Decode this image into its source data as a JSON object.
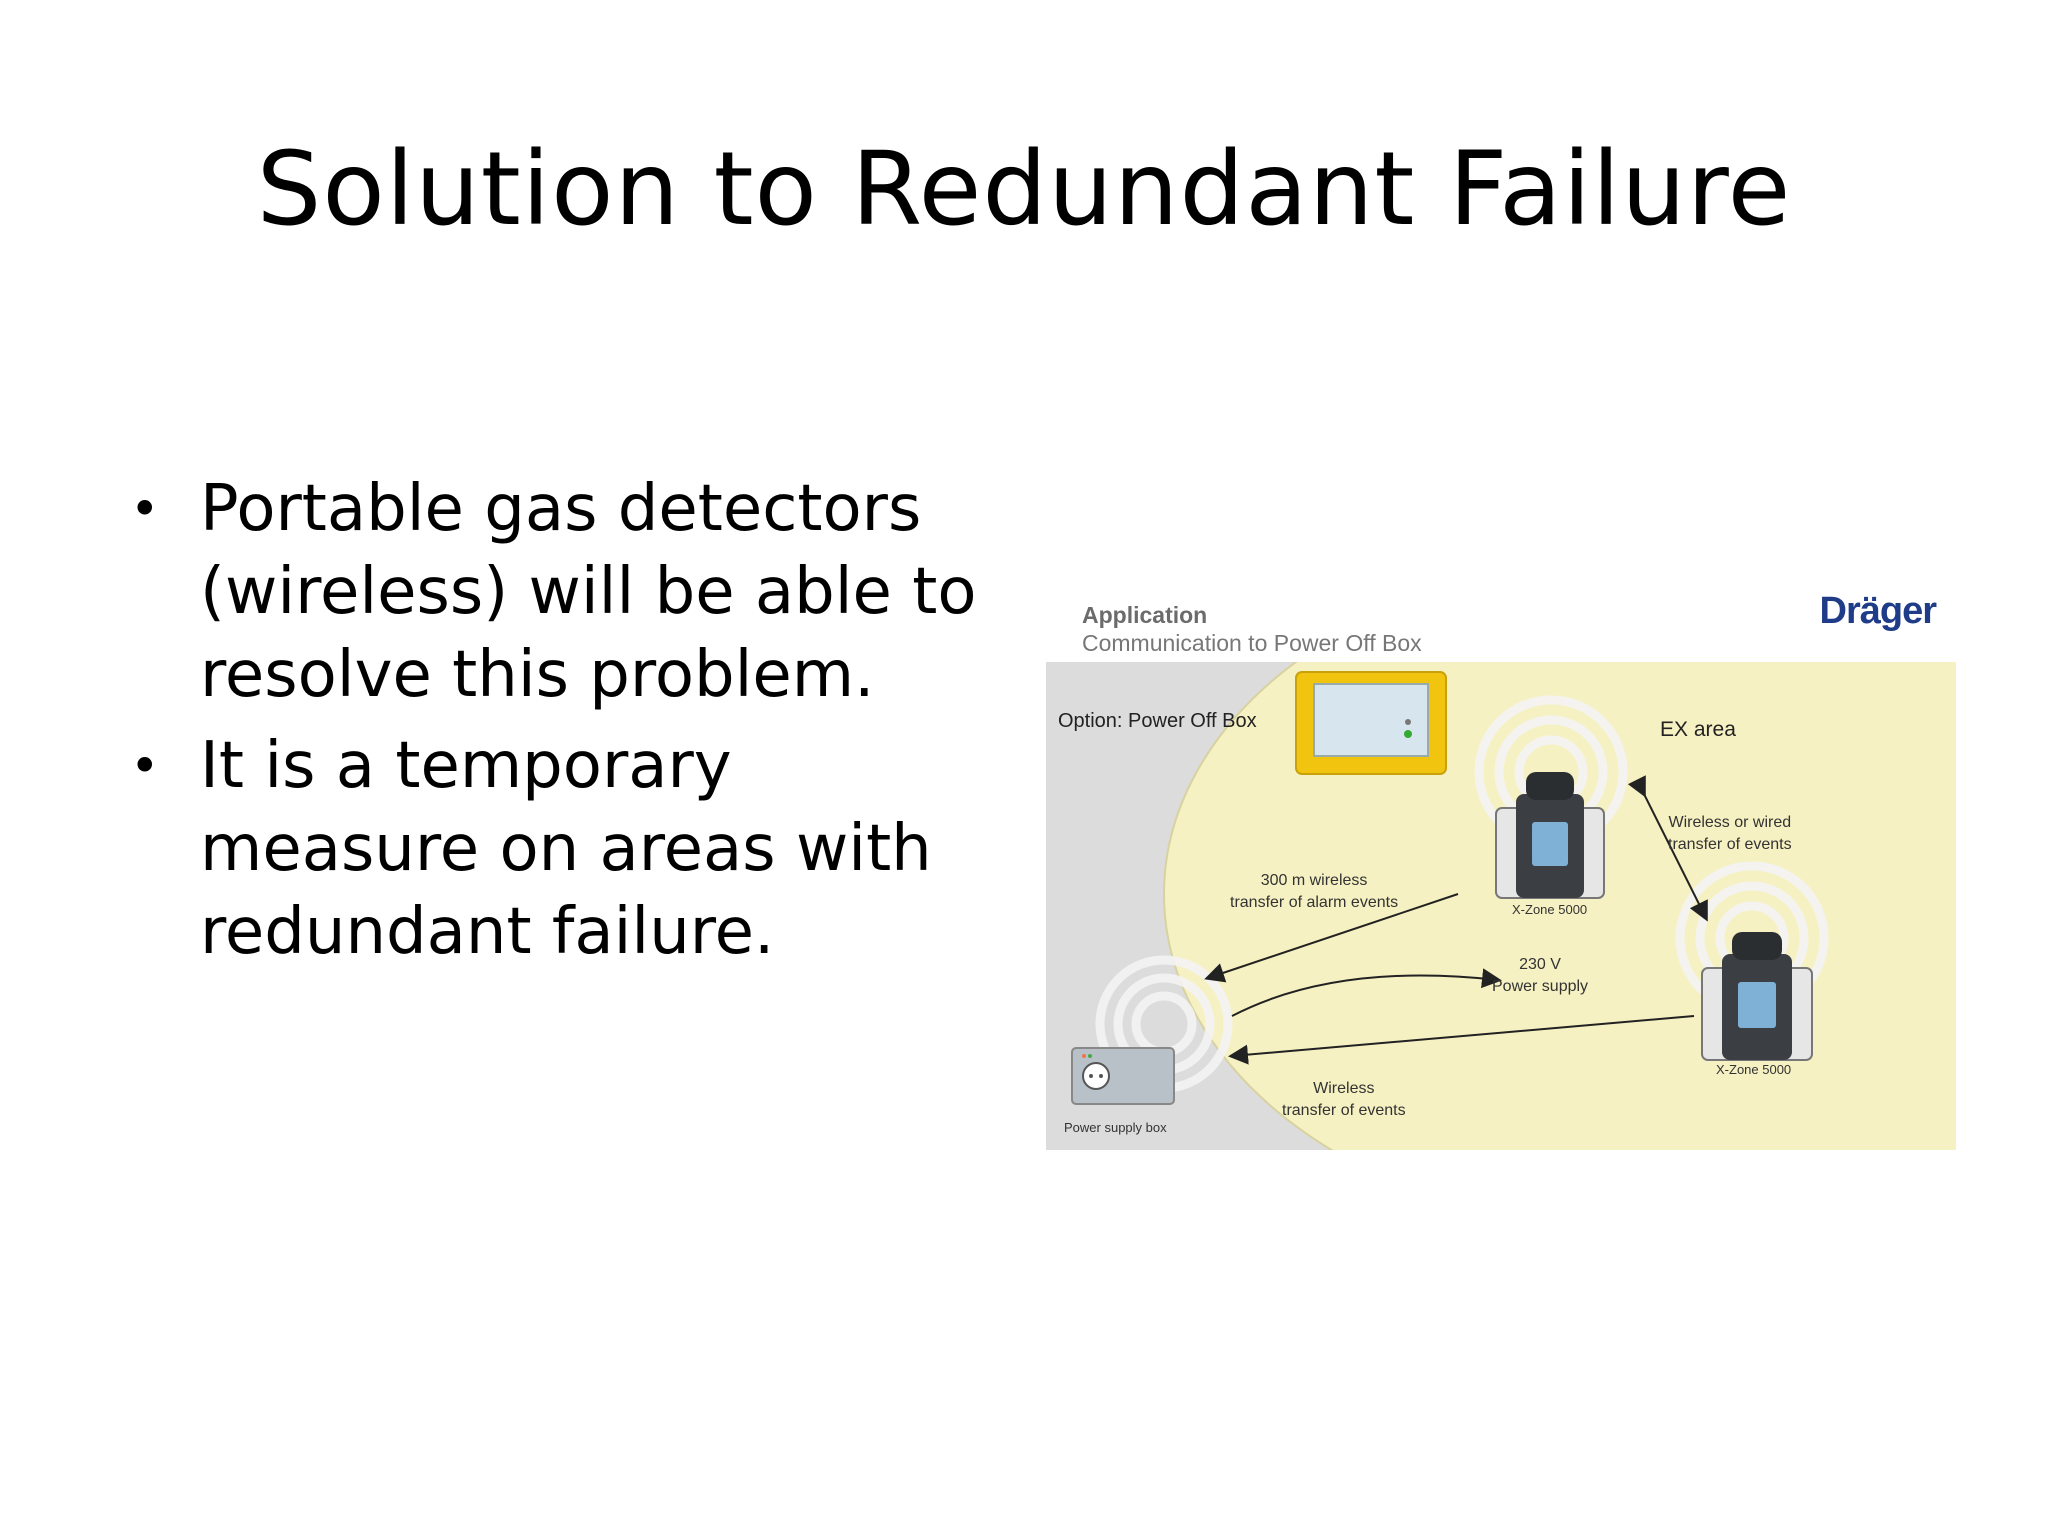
{
  "slide": {
    "title": "Solution to Redundant Failure",
    "bullets": [
      {
        "marker": "•",
        "text": "Portable gas detectors (wireless) will be able to resolve this problem."
      },
      {
        "marker": "•",
        "text": "It is a temporary measure on areas with redundant failure."
      }
    ]
  },
  "figure": {
    "heading": "Application",
    "subheading": "Communication to Power Off Box",
    "logo": "Dräger",
    "labels": {
      "option_box": "Option: Power Off Box",
      "ex_area": "EX area",
      "wireless_or_wired": "Wireless or wired\ntransfer of events",
      "wireless_300m": "300 m wireless\ntransfer of alarm events",
      "xzone_1": "X-Zone 5000",
      "power_230": "230 V\nPower supply",
      "xzone_2": "X-Zone 5000",
      "wireless_transfer": "Wireless\ntransfer of events",
      "power_supply_box": "Power supply box"
    },
    "colors": {
      "background": "#dcdcdc",
      "ex_area_fill": "#f6f1c2",
      "box_frame": "#f1c40f",
      "logo": "#1f3c88"
    }
  }
}
